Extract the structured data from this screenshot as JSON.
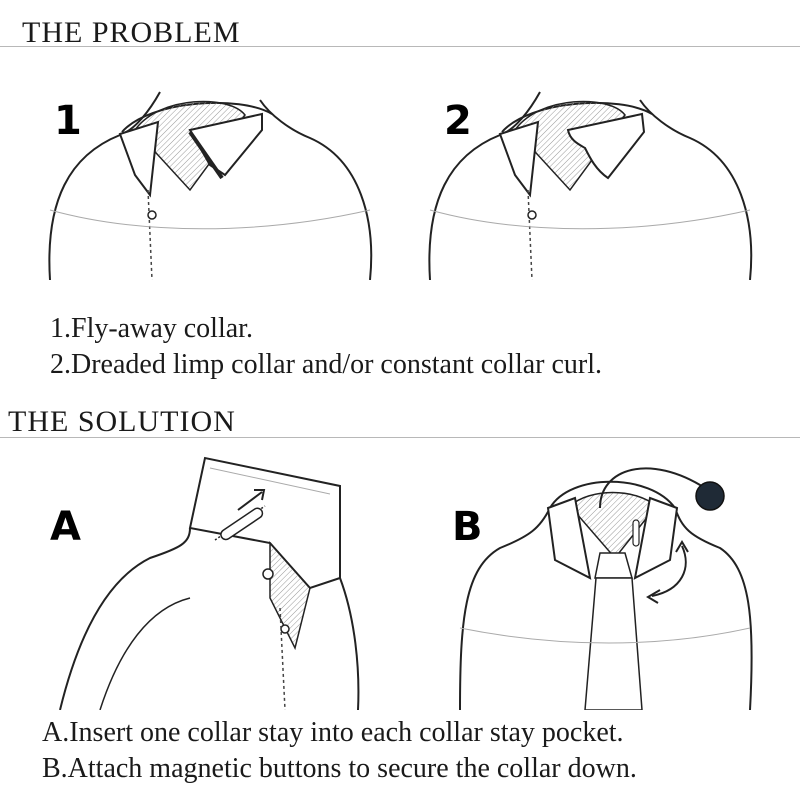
{
  "problem": {
    "heading": "THE PROBLEM",
    "panels": [
      {
        "label": "1"
      },
      {
        "label": "2"
      }
    ],
    "captions": [
      "1.Fly-away collar.",
      "2.Dreaded limp collar and/or constant collar curl."
    ]
  },
  "solution": {
    "heading": "THE SOLUTION",
    "panels": [
      {
        "label": "A"
      },
      {
        "label": "B"
      }
    ],
    "captions": [
      "A.Insert one collar stay into each collar stay pocket.",
      "B.Attach magnetic buttons to secure the collar down."
    ]
  }
}
